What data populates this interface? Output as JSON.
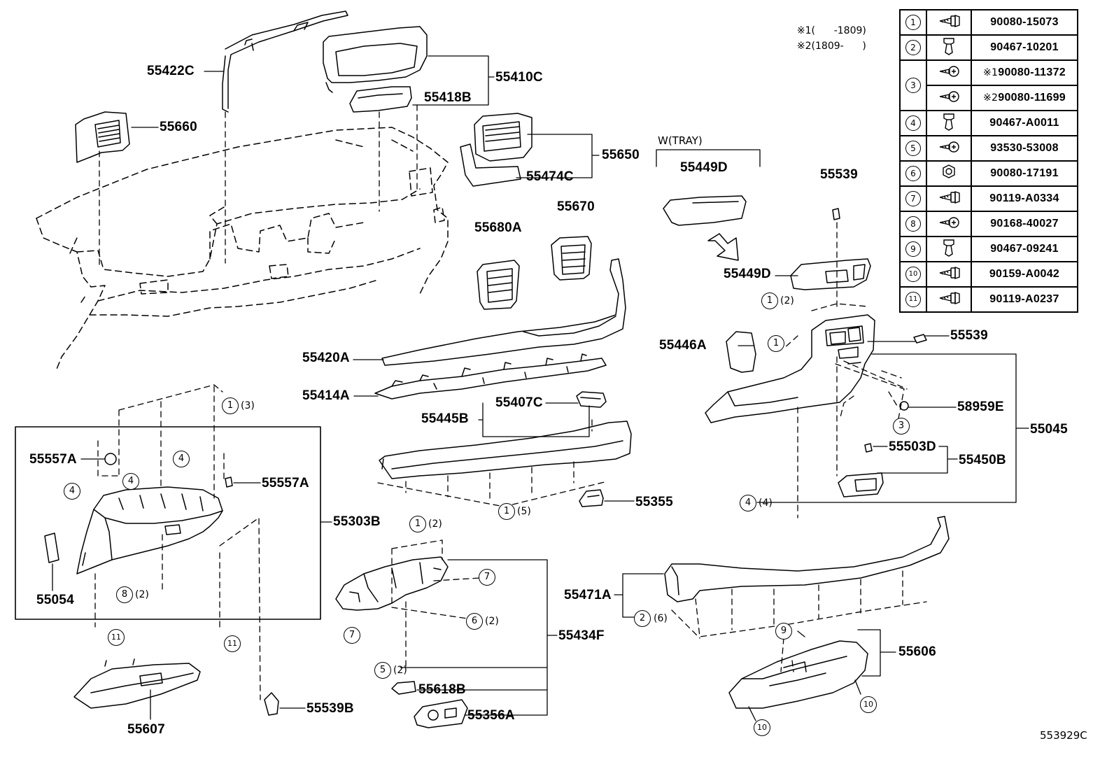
{
  "diagram_code": "553929C",
  "legend_notes": [
    {
      "mark": "※1",
      "text": "(      -1809)"
    },
    {
      "mark": "※2",
      "text": "(1809-      )"
    }
  ],
  "legend": [
    {
      "num": "1",
      "icon": "bolt-icon",
      "parts": [
        {
          "prefix": "",
          "part": "90080-15073"
        }
      ]
    },
    {
      "num": "2",
      "icon": "clip-icon",
      "parts": [
        {
          "prefix": "",
          "part": "90467-10201"
        }
      ]
    },
    {
      "num": "3",
      "icon": "screw-icon",
      "parts": [
        {
          "prefix": "※1",
          "part": "90080-11372"
        },
        {
          "prefix": "※2",
          "part": "90080-11699"
        }
      ]
    },
    {
      "num": "4",
      "icon": "clip-icon",
      "parts": [
        {
          "prefix": "",
          "part": "90467-A0011"
        }
      ]
    },
    {
      "num": "5",
      "icon": "screw-icon",
      "parts": [
        {
          "prefix": "",
          "part": "93530-53008"
        }
      ]
    },
    {
      "num": "6",
      "icon": "nut-icon",
      "parts": [
        {
          "prefix": "",
          "part": "90080-17191"
        }
      ]
    },
    {
      "num": "7",
      "icon": "bolt-icon",
      "parts": [
        {
          "prefix": "",
          "part": "90119-A0334"
        }
      ]
    },
    {
      "num": "8",
      "icon": "screw-icon",
      "parts": [
        {
          "prefix": "",
          "part": "90168-40027"
        }
      ]
    },
    {
      "num": "9",
      "icon": "clip-icon",
      "parts": [
        {
          "prefix": "",
          "part": "90467-09241"
        }
      ]
    },
    {
      "num": "10",
      "icon": "bolt-icon",
      "parts": [
        {
          "prefix": "",
          "part": "90159-A0042"
        }
      ]
    },
    {
      "num": "11",
      "icon": "bolt-icon",
      "parts": [
        {
          "prefix": "",
          "part": "90119-A0237"
        }
      ]
    }
  ],
  "tray_label": "W(TRAY)",
  "part_labels": [
    "55422C",
    "55410C",
    "55418B",
    "55660",
    "55650",
    "55474C",
    "55449D",
    "55539",
    "55680A",
    "55670",
    "55449D",
    "55446A",
    "55420A",
    "55539",
    "55414A",
    "55407C",
    "55445B",
    "58959E",
    "55045",
    "55503D",
    "55450B",
    "55557A",
    "55557A",
    "55355",
    "55303B",
    "55054",
    "55471A",
    "55434F",
    "55606",
    "55618B",
    "55356A",
    "55607",
    "55539B"
  ],
  "callouts": [
    {
      "num": "1",
      "qty": "(2)"
    },
    {
      "num": "1",
      "qty": ""
    },
    {
      "num": "3",
      "qty": ""
    },
    {
      "num": "4",
      "qty": "(4)"
    },
    {
      "num": "1",
      "qty": "(3)"
    },
    {
      "num": "4",
      "qty": ""
    },
    {
      "num": "4",
      "qty": ""
    },
    {
      "num": "4",
      "qty": ""
    },
    {
      "num": "1",
      "qty": "(5)"
    },
    {
      "num": "1",
      "qty": "(2)"
    },
    {
      "num": "7",
      "qty": ""
    },
    {
      "num": "8",
      "qty": "(2)"
    },
    {
      "num": "6",
      "qty": "(2)"
    },
    {
      "num": "7",
      "qty": ""
    },
    {
      "num": "11",
      "qty": ""
    },
    {
      "num": "11",
      "qty": ""
    },
    {
      "num": "5",
      "qty": "(2)"
    },
    {
      "num": "2",
      "qty": "(6)"
    },
    {
      "num": "9",
      "qty": ""
    },
    {
      "num": "10",
      "qty": ""
    },
    {
      "num": "10",
      "qty": ""
    }
  ]
}
